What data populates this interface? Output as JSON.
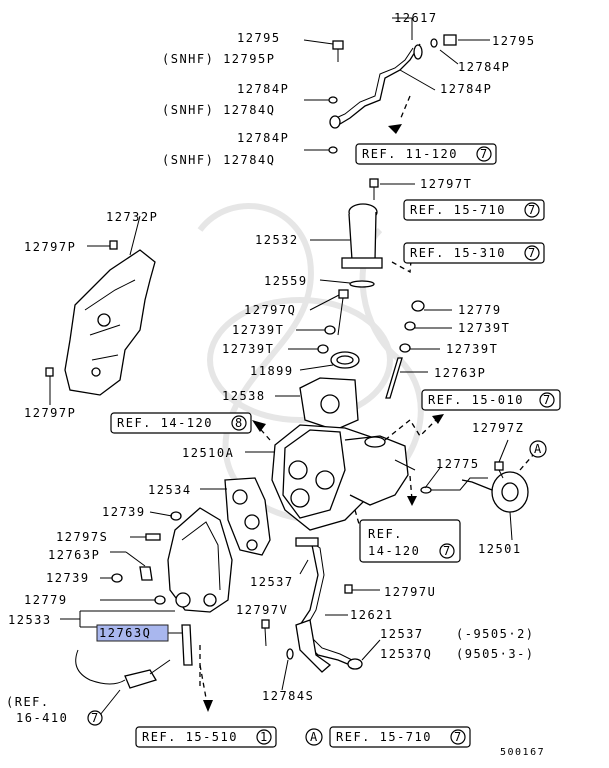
{
  "labels": {
    "l12795a": "12795",
    "l12795p": "(SNHF) 12795P",
    "l12617": "12617",
    "l12795b": "12795",
    "l12784p_a": "12784P",
    "l12784p_b": "12784P",
    "l12784q_a": "(SNHF) 12784Q",
    "l12784p_c": "12784P",
    "l12784p_d": "12784P",
    "l12784q_b": "(SNHF) 12784Q",
    "l12797t": "12797T",
    "l12732p": "12732P",
    "l12532": "12532",
    "l12797p_a": "12797P",
    "l12559": "12559",
    "l12797q": "12797Q",
    "l12779a": "12779",
    "l12739t_a": "12739T",
    "l12739t_b": "12739T",
    "l12739t_c": "12739T",
    "l12739t_d": "12739T",
    "l11899": "11899",
    "l12763p_a": "12763P",
    "l12797p_b": "12797P",
    "l12538": "12538",
    "l12797z": "12797Z",
    "l12510a": "12510A",
    "l12775": "12775",
    "l12534": "12534",
    "l12739a": "12739",
    "l12797s": "12797S",
    "l12763p_b": "12763P",
    "l12739b": "12739",
    "l12779b": "12779",
    "l12533": "12533",
    "l12763q": "12763Q",
    "l12501": "12501",
    "l12537a": "12537",
    "l12797u": "12797U",
    "l12797v": "12797V",
    "l12621": "12621",
    "l12537b": "12537",
    "l12537q": "12537Q",
    "l9505a": "(-9505·2)",
    "l9505b": "(9505·3-)",
    "l12784s": "12784S",
    "lref_a": "(REF.",
    "lref_b": "16-410",
    "lref_b_n": "7",
    "lref14_a": "REF.",
    "lref14_b": "14-120",
    "lref14_n": "7",
    "fig_no": "500167",
    "callout_a": "A",
    "callout_a2": "A"
  },
  "refs": {
    "r11_120": {
      "text": "REF. 11-120",
      "num": "7"
    },
    "r15_710a": {
      "text": "REF. 15-710",
      "num": "7"
    },
    "r15_310": {
      "text": "REF. 15-310",
      "num": "7"
    },
    "r15_010": {
      "text": "REF. 15-010",
      "num": "7"
    },
    "r14_120": {
      "text": "REF. 14-120",
      "num": "8"
    },
    "r15_510": {
      "text": "REF. 15-510",
      "num": "1"
    },
    "r15_710b": {
      "text": "REF. 15-710",
      "num": "7"
    }
  },
  "highlight": {
    "part": "12763Q",
    "color": "#a9b7ee"
  }
}
